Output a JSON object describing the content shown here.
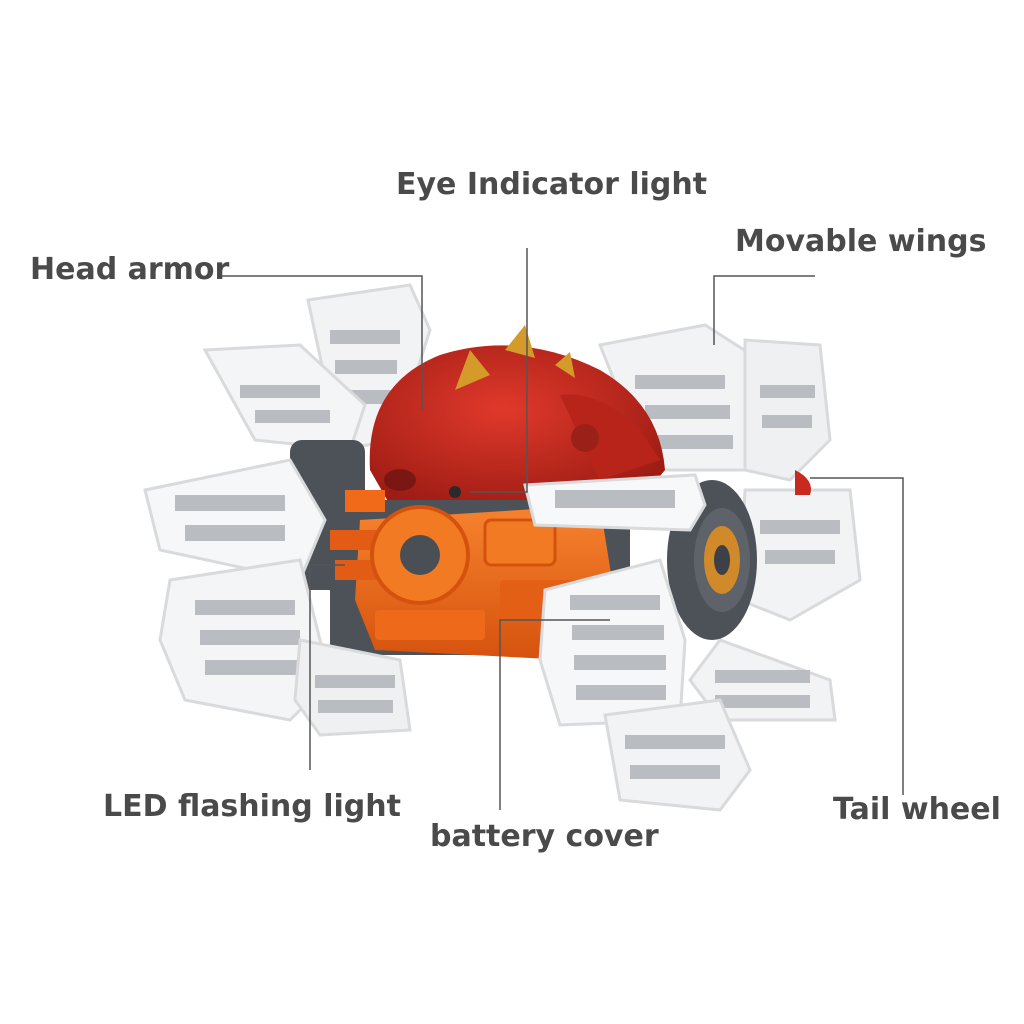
{
  "labels": {
    "eye_indicator_light": "Eye Indicator light",
    "head_armor": "Head armor",
    "movable_wings": "Movable wings",
    "led_flashing_light": "LED flashing light",
    "battery_cover": "battery cover",
    "tail_wheel": "Tail wheel"
  },
  "colors": {
    "label_text": "#4a4a4a",
    "leader_line": "#555555",
    "head_red": "#c92a1f",
    "body_orange": "#f06a1a",
    "wing_white": "#f4f4f4",
    "wing_shadow": "#b9bcc0",
    "wheel_gray": "#4d5258",
    "horn_gold": "#d49a2a"
  }
}
